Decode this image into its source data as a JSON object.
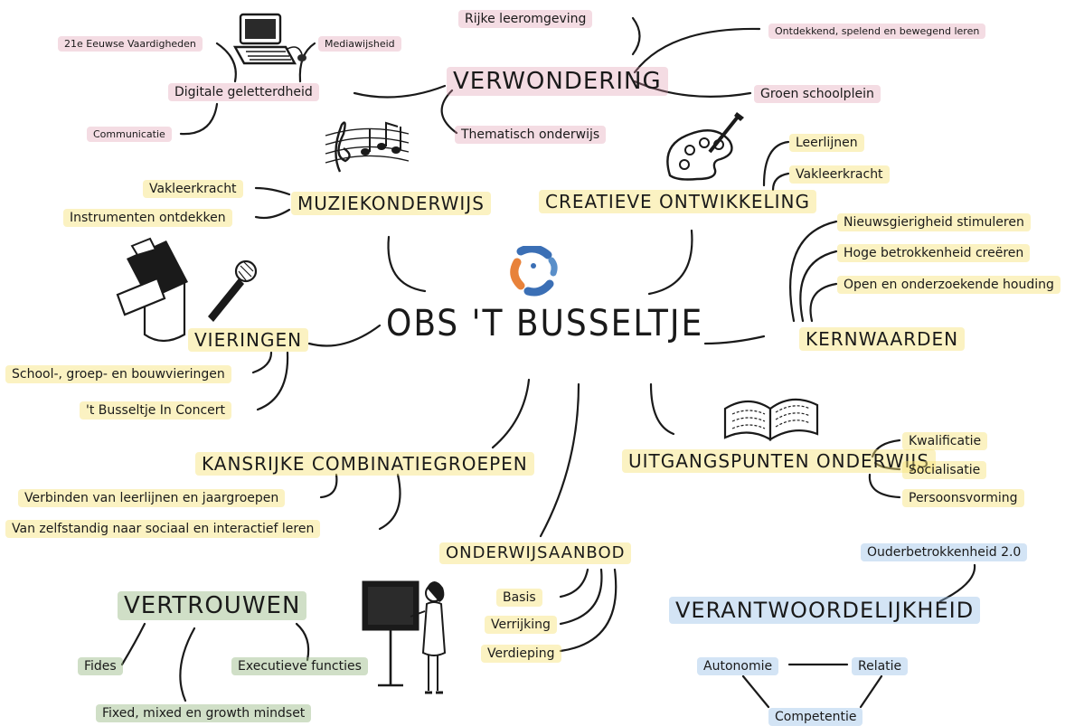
{
  "title": "OBS 'T BUSSELTJE",
  "colors": {
    "pink": "#ddb0be",
    "yellow": "#f5e48a",
    "green": "#a7c494",
    "blue": "#a9cbeb",
    "ink": "#1a1a1a"
  },
  "icons": [
    "computer-icon",
    "music-notes-icon",
    "paint-palette-icon",
    "spotlight-icon",
    "microphone-icon",
    "logo-icon",
    "open-book-icon",
    "chalkboard-teacher-icon"
  ],
  "topics": {
    "verwondering": {
      "label": "VERWONDERING",
      "items": [
        "Rijke leeromgeving",
        "Ontdekkend, spelend en bewegend leren",
        "Groen schoolplein",
        "Thematisch onderwijs",
        "Digitale geletterdheid"
      ],
      "digitale_sub": [
        "21e Eeuwse Vaardigheden",
        "Mediawijsheid",
        "Communicatie"
      ]
    },
    "muziek": {
      "label": "MUZIEKONDERWIJS",
      "items": [
        "Vakleerkracht",
        "Instrumenten ontdekken"
      ]
    },
    "creatief": {
      "label": "CREATIEVE ONTWIKKELING",
      "items": [
        "Leerlijnen",
        "Vakleerkracht"
      ]
    },
    "kernwaarden": {
      "label": "KERNWAARDEN",
      "items": [
        "Nieuwsgierigheid stimuleren",
        "Hoge betrokkenheid creëren",
        "Open en onderzoekende houding"
      ]
    },
    "vieringen": {
      "label": "VIERINGEN",
      "items": [
        "School-, groep- en bouwvieringen",
        "'t Busseltje In Concert"
      ]
    },
    "kansrijke": {
      "label": "KANSRIJKE COMBINATIEGROEPEN",
      "items": [
        "Verbinden van leerlijnen en jaargroepen",
        "Van zelfstandig naar sociaal en interactief leren"
      ]
    },
    "uitgangspunten": {
      "label": "UITGANGSPUNTEN ONDERWIJS",
      "items": [
        "Kwalificatie",
        "Socialisatie",
        "Persoonsvorming"
      ]
    },
    "aanbod": {
      "label": "ONDERWIJSAANBOD",
      "items": [
        "Basis",
        "Verrijking",
        "Verdieping"
      ]
    },
    "vertrouwen": {
      "label": "VERTROUWEN",
      "items": [
        "Fides",
        "Executieve functies",
        "Fixed, mixed en growth mindset"
      ]
    },
    "verantwoordelijkheid": {
      "label": "VERANTWOORDELIJKHEID",
      "items": [
        "Ouderbetrokkenheid 2.0",
        "Autonomie",
        "Relatie",
        "Competentie"
      ]
    }
  }
}
